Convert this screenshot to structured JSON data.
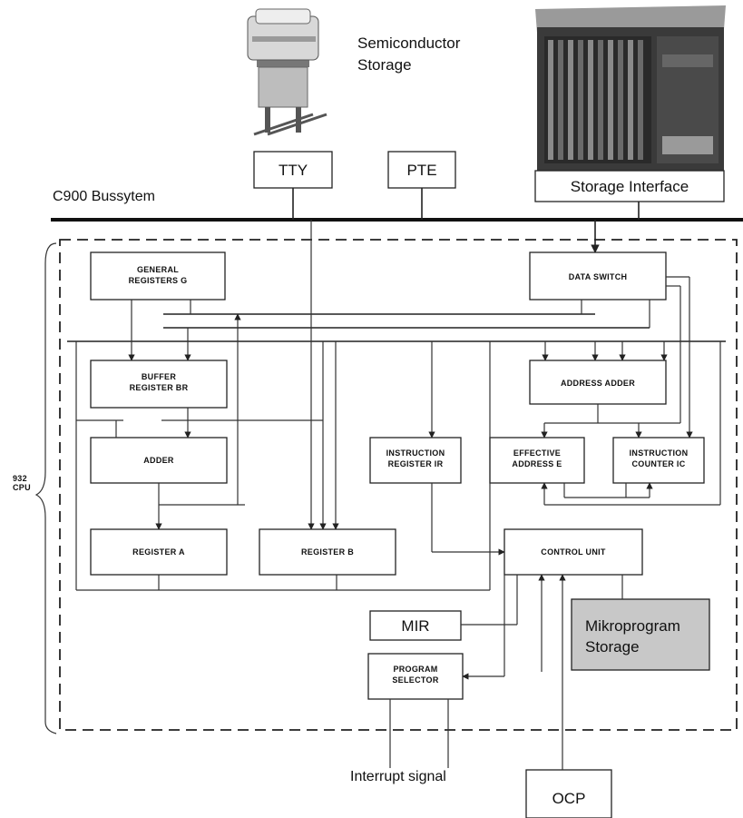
{
  "devices": {
    "semiconductor_storage": "Semiconductor\nStorage",
    "tty": "TTY",
    "pte": "PTE",
    "storage_interface": "Storage Interface"
  },
  "bus_label": "C900 Bussytem",
  "cpu": {
    "label": "932\nCPU",
    "blocks": {
      "general_registers": "GENERAL\nREGISTERS G",
      "data_switch": "DATA SWITCH",
      "buffer_register": "BUFFER\nREGISTER BR",
      "address_adder": "ADDRESS ADDER",
      "adder": "ADDER",
      "instruction_register": "INSTRUCTION\nREGISTER IR",
      "effective_address": "EFFECTIVE\nADDRESS E",
      "instruction_counter": "INSTRUCTION\nCOUNTER IC",
      "register_a": "REGISTER A",
      "register_b": "REGISTER B",
      "control_unit": "CONTROL UNIT",
      "program_selector": "PROGRAM\nSELECTOR"
    }
  },
  "mir": "MIR",
  "microprogram_storage": "Mikroprogram\nStorage",
  "interrupt_signal": "Interrupt signal",
  "ocp": "OCP",
  "colors": {
    "microprogram_fill": "#c8c8c8",
    "line": "#222222"
  }
}
